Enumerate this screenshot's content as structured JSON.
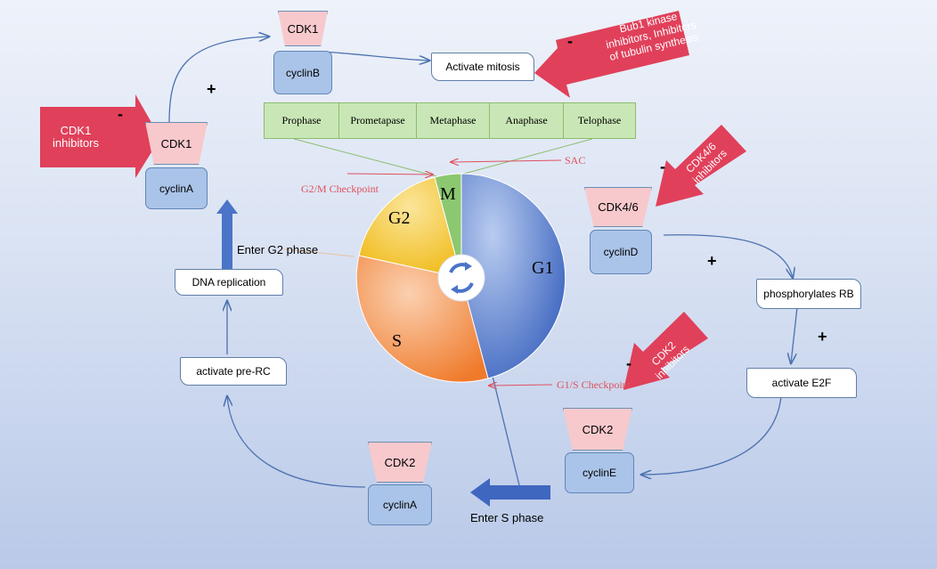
{
  "mitosis_phases": [
    "Prophase",
    "Prometapase",
    "Metaphase",
    "Anaphase",
    "Telophase"
  ],
  "cycle": {
    "g1": "G1",
    "s": "S",
    "g2": "G2",
    "m": "M"
  },
  "checkpoints": {
    "g2m": "G2/M Checkpoint",
    "sac": "SAC",
    "g1s": "G1/S Checkpoint"
  },
  "complexes": {
    "cdk1_cyclinb": {
      "cdk": "CDK1",
      "cyclin": "cyclinB"
    },
    "cdk1_cyclina": {
      "cdk": "CDK1",
      "cyclin": "cyclinA"
    },
    "cdk46_cyclind": {
      "cdk": "CDK4/6",
      "cyclin": "cyclinD"
    },
    "cdk2_cycline": {
      "cdk": "CDK2",
      "cyclin": "cyclinE"
    },
    "cdk2_cyclina": {
      "cdk": "CDK2",
      "cyclin": "cyclinA"
    }
  },
  "steps": {
    "activate_mitosis": "Activate mitosis",
    "dna_replication": "DNA replication",
    "activate_prerc": "activate pre-RC",
    "phosphorylates_rb": "phosphorylates RB",
    "activate_e2f": "activate E2F"
  },
  "phase_labels": {
    "enter_g2": "Enter G2 phase",
    "enter_s": "Enter S phase"
  },
  "inhibitors": {
    "bub1": "Bub1 kinase inhibitors, Inhibitors of tubulin synthesis",
    "cdk1": "CDK1 inhibitors",
    "cdk46": "CDK4/6 inhibitors",
    "cdk2": "CDK2 inhibitors"
  },
  "signs": {
    "plus": "+",
    "minus": "-"
  },
  "colors": {
    "g1": "#4a74c8",
    "s": "#f08a3a",
    "g2": "#f2c42a",
    "m": "#8cc870",
    "inhibitor": "#e0405a",
    "cdk": "#f7c9cc",
    "cyclin": "#aac3e8",
    "phase_bar": "#c9e7b6",
    "checkpoint": "#e0505c"
  },
  "icon": "cycle-arrows-icon"
}
